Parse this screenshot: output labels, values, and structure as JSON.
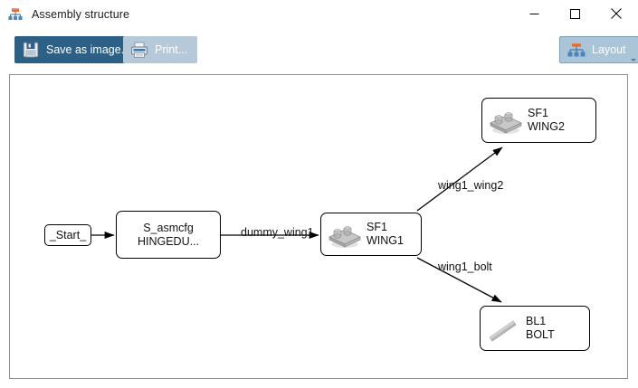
{
  "window": {
    "title": "Assembly structure",
    "icon": "assembly-tree-icon",
    "controls": {
      "minimize": "minimize-icon",
      "maximize": "maximize-icon",
      "close": "close-icon"
    }
  },
  "toolbar": {
    "save_label": "Save as image...",
    "save_icon": "floppy-disk-icon",
    "print_label": "Print...",
    "print_icon": "printer-icon",
    "layout_label": "Layout",
    "layout_icon": "assembly-tree-icon",
    "layout_caret": "chevron-down-icon",
    "colors": {
      "save_bg": "#2b6087",
      "print_bg": "#b6c9d8",
      "layout_bg": "#aac4d8",
      "layout_border": "#7ba0bd"
    }
  },
  "graph": {
    "nodes": [
      {
        "id": "start",
        "line1": "_Start_",
        "line2": "",
        "icon": "none"
      },
      {
        "id": "asmcfg",
        "line1": "S_asmcfg",
        "line2": "HINGEDU...",
        "icon": "none"
      },
      {
        "id": "wing1",
        "line1": "SF1",
        "line2": "WING1",
        "icon": "surface-feature-icon"
      },
      {
        "id": "wing2",
        "line1": "SF1",
        "line2": "WING2",
        "icon": "surface-feature-icon"
      },
      {
        "id": "bolt",
        "line1": "BL1",
        "line2": "BOLT",
        "icon": "bolt-icon"
      }
    ],
    "edges": [
      {
        "from": "start",
        "to": "asmcfg",
        "label": ""
      },
      {
        "from": "asmcfg",
        "to": "wing1",
        "label": "dummy_wing1"
      },
      {
        "from": "wing1",
        "to": "wing2",
        "label": "wing1_wing2"
      },
      {
        "from": "wing1",
        "to": "bolt",
        "label": "wing1_bolt"
      }
    ]
  }
}
